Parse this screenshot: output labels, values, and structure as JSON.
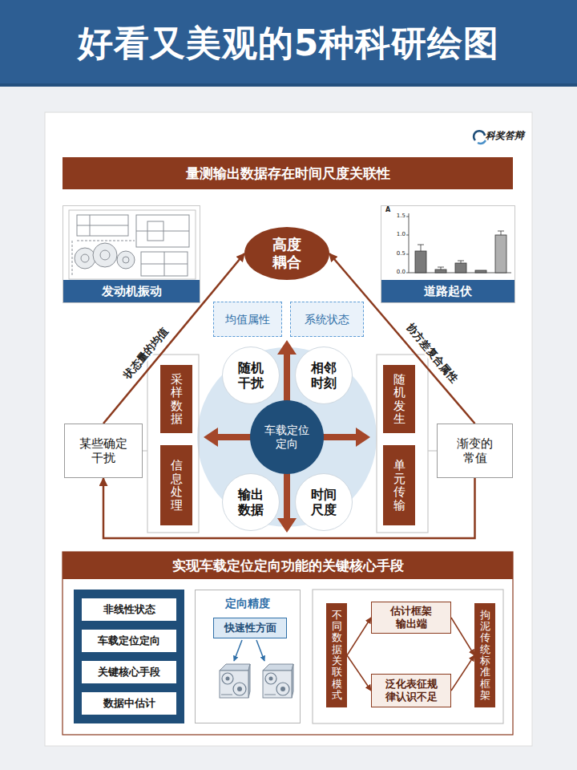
{
  "diagram": {
    "title": "好看又美观的5种科研绘图",
    "nodes": [
      {
        "text": [
          "量测输出数据存在时间尺度关联性"
        ]
      },
      {
        "text": [
          "发动机振动"
        ]
      },
      {
        "text": [
          "高度耦合"
        ]
      },
      {
        "text": [
          "道路起伏"
        ]
      },
      {
        "text": [
          "均值属性"
        ]
      },
      {
        "text": [
          "系统状态"
        ]
      },
      {
        "text": [
          "随机干扰"
        ]
      },
      {
        "text": [
          "相邻时刻"
        ]
      },
      {
        "text": [
          "某些确定干扰"
        ]
      },
      {
        "text": [
          "采样数据"
        ]
      },
      {
        "text": [
          "信息处理"
        ]
      },
      {
        "text": [
          "车载定位定向"
        ]
      },
      {
        "text": [
          "随机发生"
        ]
      },
      {
        "text": [
          "单元传输"
        ]
      },
      {
        "text": [
          "渐变的常值"
        ]
      },
      {
        "text": [
          "输出数据"
        ]
      },
      {
        "text": [
          "时间尺度"
        ]
      },
      {
        "text": [
          "实现车载定位定向功能的关键核心手段"
        ]
      },
      {
        "text": [
          "非线性状态"
        ]
      },
      {
        "text": [
          "车载定位定向"
        ]
      },
      {
        "text": [
          "关键核心手段"
        ]
      },
      {
        "text": [
          "数据中估计"
        ]
      },
      {
        "text": [
          "定向精度"
        ]
      },
      {
        "text": [
          "快速性方面"
        ],
        "in": 22
      },
      {
        "text": [
          "不同数据关联模式"
        ]
      },
      {
        "text": [
          "估计框架输出端"
        ]
      },
      {
        "text": [
          "泛化表征规律认识不足"
        ]
      },
      {
        "text": [
          "拘泥传统标准框架"
        ]
      }
    ],
    "edges": [
      {
        "from": 8,
        "to": 2,
        "arrow": "to",
        "label": "状态量的均值"
      },
      {
        "from": 14,
        "to": 2,
        "arrow": "to",
        "label": "协方差复合属性"
      },
      {
        "from": 14,
        "to": 8,
        "arrow": "to"
      },
      {
        "from": 24,
        "to": 25,
        "arrow": "to"
      },
      {
        "from": 24,
        "to": 26,
        "arrow": "to"
      },
      {
        "from": 25,
        "to": 27,
        "arrow": "to"
      },
      {
        "from": 26,
        "to": 27,
        "arrow": "to"
      }
    ],
    "labels": [
      "科奖答辩",
      "A",
      "1.5",
      "1.0",
      "0.5",
      "0.0"
    ]
  }
}
